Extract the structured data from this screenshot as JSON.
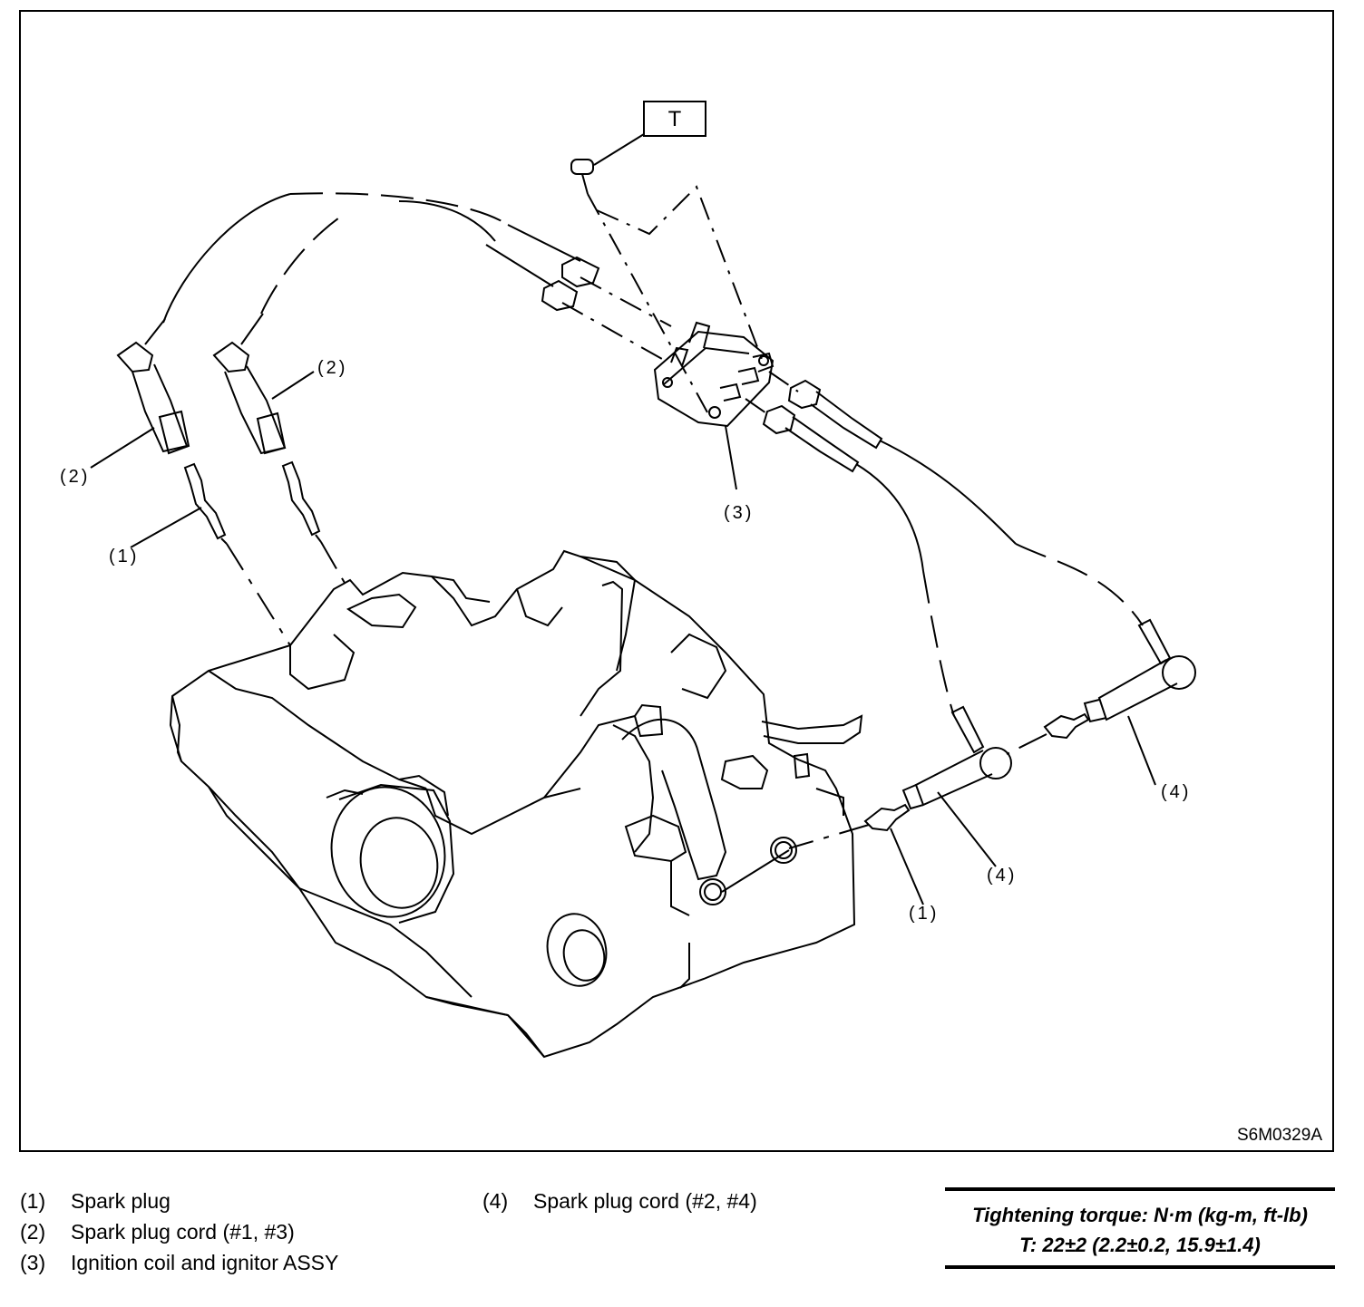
{
  "figure_id": "S6M0329A",
  "torque_box_label": "T",
  "callouts": {
    "spark_plug_left": "(1)",
    "cord_13_left": "(2)",
    "cord_13_right": "(2)",
    "coil": "(3)",
    "cord_24_right": "(4)",
    "cord_24_lower": "(4)",
    "spark_plug_right": "(1)"
  },
  "legend": {
    "left": [
      {
        "num": "(1)",
        "text": "Spark plug"
      },
      {
        "num": "(2)",
        "text": "Spark plug cord (#1, #3)"
      },
      {
        "num": "(3)",
        "text": "Ignition coil and ignitor ASSY"
      }
    ],
    "right": [
      {
        "num": "(4)",
        "text": "Spark plug cord (#2, #4)"
      }
    ]
  },
  "torque": {
    "title": "Tightening torque: N·m (kg-m, ft-lb)",
    "value": "T: 22±2 (2.2±0.2, 15.9±1.4)"
  }
}
